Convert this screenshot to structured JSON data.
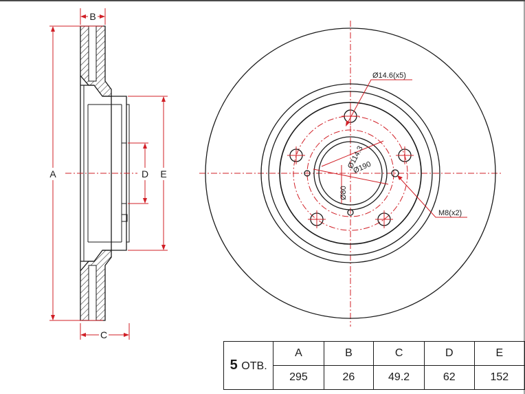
{
  "side_view": {
    "labels": {
      "A": "A",
      "B": "B",
      "C": "C",
      "D": "D",
      "E": "E"
    }
  },
  "front_view": {
    "annotations": {
      "bolt_holes": "Ø14.6(x5)",
      "thread_holes": "M8(x2)",
      "pcd": "Ø114.3",
      "hub_bore": "Ø80",
      "hat_diameter": "Ø190"
    }
  },
  "spec_table": {
    "holes_number": "5",
    "holes_unit": "ОТВ.",
    "columns": [
      "A",
      "B",
      "C",
      "D",
      "E"
    ],
    "values": [
      "295",
      "26",
      "49.2",
      "62",
      "152"
    ]
  },
  "colors": {
    "dimension_lines": "#d11f26",
    "outline": "#1a1a1a"
  }
}
